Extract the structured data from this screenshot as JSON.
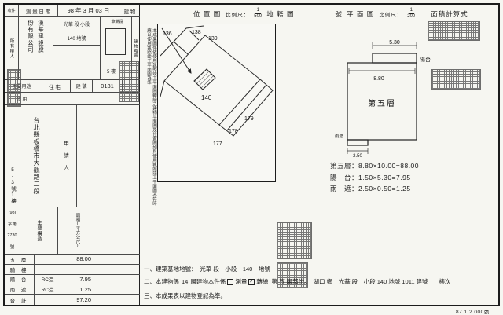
{
  "left": {
    "receipt_label": "收件",
    "survey_date_label": "測 量 日 期",
    "survey_date_value": "98 年 3 月 03 日",
    "building_label": "建 物",
    "owner_label": "所有權人",
    "owner_name_col1": "漢華建設股",
    "owner_name_col2": "份有限公司",
    "location_row1": "光華 段 小段",
    "location_row2": "140 地號",
    "sketch_label": "建物略圖",
    "sketch_area_name": "華榮段",
    "sketch_floor": "5 樓",
    "usage_label": "主要用途",
    "usage_value": "住 宅",
    "regno_label": "建 號",
    "regno_value": "0131",
    "fee_label": "費 用",
    "address_col1": "台北縣板橋市大觀路二段",
    "address_col2": "5-3號1樓",
    "applicant_label": "申 請 人",
    "case_no": [
      "(98)",
      "字第",
      "2730",
      "號"
    ],
    "header_structure": "主要構造",
    "header_area": "面積(平方公尺)",
    "area_rows": [
      {
        "label": "五 層",
        "structure": "",
        "value": "88.00"
      },
      {
        "label": "騎 樓",
        "structure": "",
        "value": ""
      },
      {
        "label": "陽 台",
        "structure": "RC造",
        "value": "7.95"
      },
      {
        "label": "雨 遮",
        "structure": "RC造",
        "value": "1.25"
      },
      {
        "label": "合 計",
        "structure": "",
        "value": "97.20"
      }
    ]
  },
  "header": {
    "location_title": "位 置 圖",
    "scale_label": "比例尺：",
    "loc_num": "1",
    "loc_den": "500",
    "cadastral_label": "地 籍 圖",
    "sheet_no_label": "號",
    "plan_title": "平 面 圖",
    "plan_num": "1",
    "plan_den": "200",
    "calc_title": "面積計算式"
  },
  "sitemap": {
    "labels": {
      "p136": "136",
      "p138": "138",
      "p139": "139",
      "p140": "140",
      "p177": "177",
      "p178": "178",
      "p179": "179"
    }
  },
  "floorplan": {
    "floor_label": "第五層",
    "balcony_label": "陽台",
    "canopy_label": "雨遮",
    "dim_balcony_len": "5.30",
    "dim_width": "8.80",
    "dim_canopy": "2.50"
  },
  "calc": {
    "lines": [
      "第五層：8.80×10.00=88.00",
      "陽　台：1.50×5.30=7.95",
      "雨　遮：2.50×0.50=1.25"
    ]
  },
  "disclaimer": "本成果圖係依使用執照竣工平面圖轉繪之建物平面圖及位置圖如與使用執照竣工平面圖不符時應以使用執照竣工平面圖為準",
  "notes": {
    "line1": "一、建築基地地號：　光華 段　小段　140　地號",
    "line2_prefix": "二、本建物係",
    "line2_floors": "14",
    "line2_mid": "層建物本件係",
    "checkbox_survey_label": "測量",
    "checkbox_redraw_mark": "✓",
    "checkbox_redraw_label": "轉繪",
    "line2_part": "第 五 層部份。",
    "line2_site": "湖口 鄉　光華 段　小段 140 地號",
    "line2_regno": "1011",
    "line2_regno_label": "建號",
    "line2_suffix": "樓次",
    "line3": "三、本成果表以建物登記為準。"
  },
  "print_code": "87.1.2.000張"
}
